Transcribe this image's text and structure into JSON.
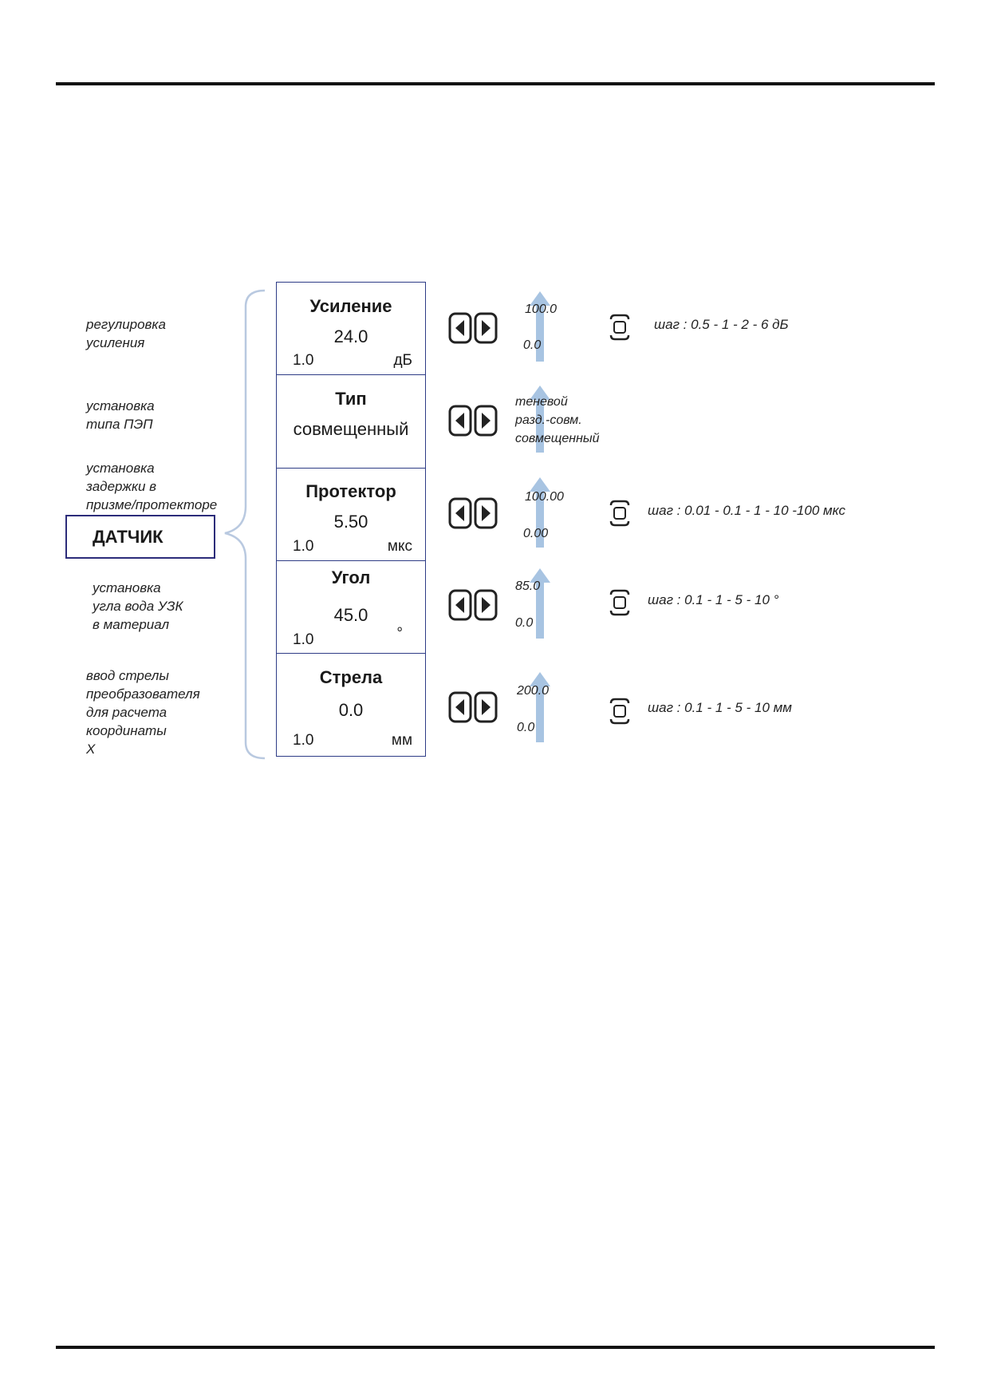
{
  "sensor_label": "ДАТЧИК",
  "descriptions": [
    "регулировка\nусиления",
    "установка\nтипа ПЭП",
    "установка\nзадержки в\nпризме/протекторе",
    "установка\nугла вода УЗК\nв материал",
    "ввод стрелы\nпреобразователя\nдля расчета\nкоординаты\nX"
  ],
  "items": [
    {
      "title": "Усиление",
      "value": "24.0",
      "step": "1.0",
      "unit": "дБ",
      "range_max": "100.0",
      "range_min": "0.0",
      "step_text": "шаг : 0.5 - 1 - 2  - 6 дБ"
    },
    {
      "title": "Тип",
      "value": "совмещенный",
      "options": [
        "теневой",
        "разд.-совм.",
        "совмещенный"
      ]
    },
    {
      "title": "Протектор",
      "value": "5.50",
      "step": "1.0",
      "unit": "мкс",
      "range_max": "100.00",
      "range_min": "0.00",
      "step_text": "шаг : 0.01 - 0.1 - 1 - 10 -100 мкс"
    },
    {
      "title": "Угол",
      "value": "45.0",
      "step": "1.0",
      "unit": "°",
      "range_max": "85.0",
      "range_min": "0.0",
      "step_text": "шаг : 0.1 - 1 - 5 - 10 °"
    },
    {
      "title": "Стрела",
      "value": "0.0",
      "step": "1.0",
      "unit": "мм",
      "range_max": "200.0",
      "range_min": "0.0",
      "step_text": "шаг : 0.1 - 1 - 5 - 10 мм"
    }
  ],
  "colors": {
    "box_border": "#2e3c86",
    "arrow": "#a8c4e2",
    "brace": "#b9c9e0"
  }
}
